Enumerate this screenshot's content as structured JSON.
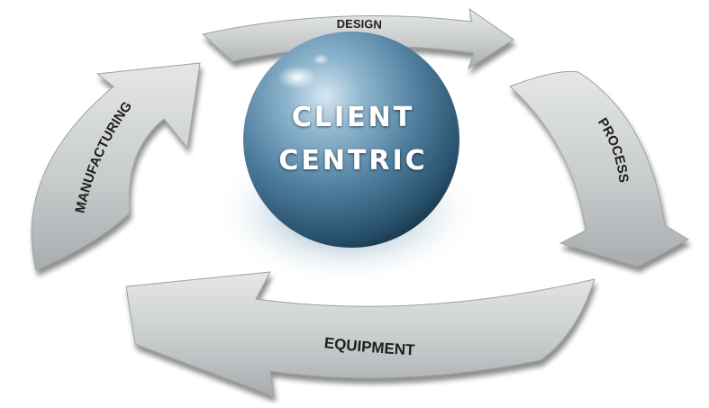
{
  "center": {
    "line1": "CLIENT",
    "line2": "CENTRIC"
  },
  "cycle": [
    {
      "id": "design",
      "label": "DESIGN"
    },
    {
      "id": "process",
      "label": "PROCESS"
    },
    {
      "id": "equipment",
      "label": "EQUIPMENT"
    },
    {
      "id": "manufacturing",
      "label": "MANUFACTURING"
    }
  ],
  "colors": {
    "arrow_fill": "#c9cccd",
    "arrow_shadow": "#5c6164",
    "sphere_light": "#cde0ec",
    "sphere_mid": "#5f8fae",
    "sphere_dark": "#173549",
    "text_dark": "#1e1e1e"
  }
}
